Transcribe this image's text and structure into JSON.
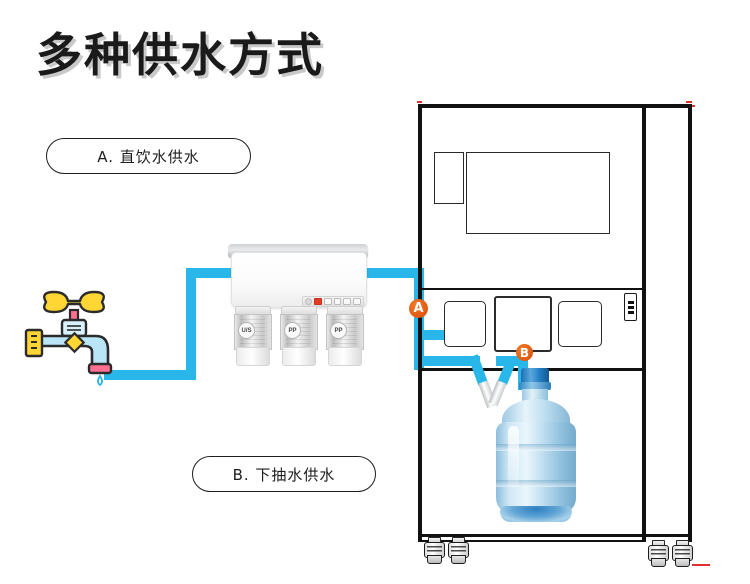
{
  "page": {
    "title": "多种供水方式",
    "background_color": "#ffffff"
  },
  "labels": {
    "a": "A. 直饮水供水",
    "b": "B. 下抽水供水"
  },
  "badges": {
    "a": "A",
    "b": "B",
    "color": "#e2590f"
  },
  "water_filter": {
    "cartridges": [
      {
        "label": "U/S"
      },
      {
        "label": "PP"
      },
      {
        "label": "PP"
      }
    ]
  },
  "colors": {
    "pipe_blue": "#29b6e8",
    "bottle_blue": "#8dbedc",
    "outline_black": "#111111",
    "accent_orange": "#e2590f",
    "faucet_yellow": "#ffd633",
    "faucet_pink": "#ff6f91",
    "red_tick": "#e03030"
  },
  "icons": {
    "faucet": "faucet-icon",
    "water_drop": "water-drop-icon",
    "water_bottle": "water-bottle-icon",
    "caster_wheel": "caster-wheel-icon",
    "lock_panel": "lock-panel-icon"
  }
}
